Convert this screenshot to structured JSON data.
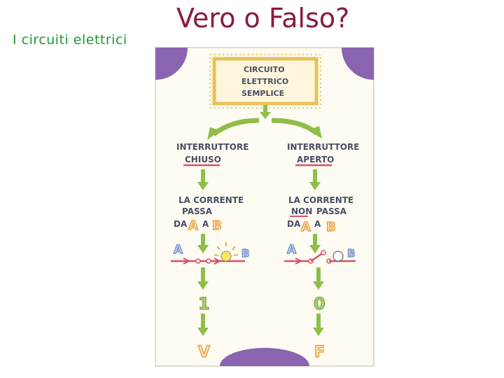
{
  "slide": {
    "subtitle": "I circuiti elettrici",
    "title": "Vero o Falso?"
  },
  "diagram": {
    "box_lines": [
      "CIRCUITO",
      "ELETTRICO",
      "SEMPLICE"
    ],
    "left": {
      "heading": "INTERRUTTORE",
      "state": "CHIUSO",
      "sentence_lines": [
        "LA CORRENTE",
        "PASSA",
        "DA",
        "A"
      ],
      "point_a": "A",
      "point_b": "B",
      "result": "1",
      "verdict": "V"
    },
    "right": {
      "heading": "INTERRUTTORE",
      "state": "APERTO",
      "sentence_lines": [
        "LA CORRENTE",
        "NON",
        "PASSA",
        "DA",
        "A"
      ],
      "point_a": "A",
      "point_b": "B",
      "result": "0",
      "verdict": "F"
    }
  },
  "colors": {
    "title": "#8a1a3a",
    "subtitle": "#1f9a2f",
    "arrow_green": "#8fbe4a",
    "box_yellow": "#e8c25a",
    "corner_purple": "#8a64b0",
    "letter_orange": "#f0a040",
    "wire_pink": "#d8506a",
    "text_ink": "#4a4d66"
  }
}
